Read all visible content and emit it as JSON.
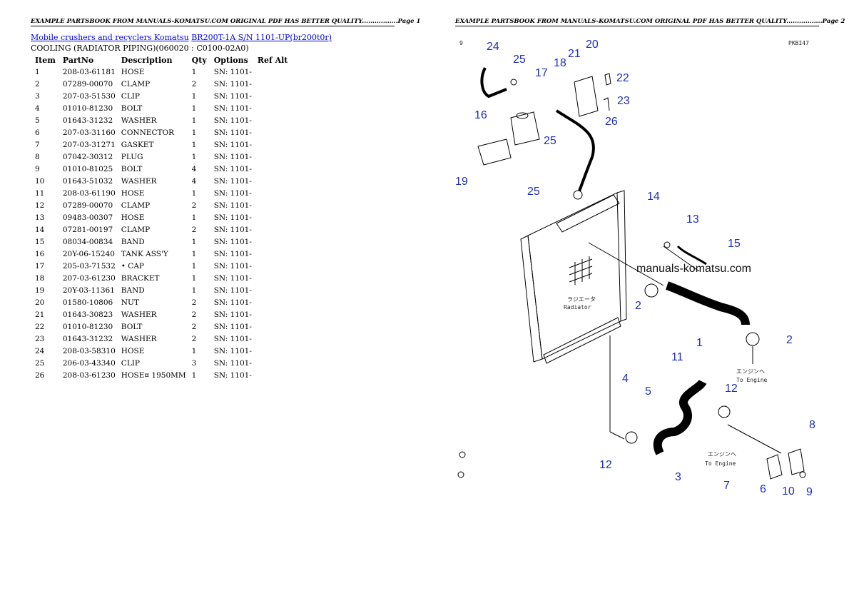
{
  "left_page": {
    "header": "EXAMPLE PARTSBOOK FROM MANUALS-KOMATSU.COM ORIGINAL PDF HAS BETTER QUALITY.................Page 1",
    "breadcrumb_link_1": "Mobile crushers and recyclers Komatsu",
    "breadcrumb_link_2": "BR200T-1A S/N 1101-UP(br200t0r)",
    "section_title": "COOLING (RADIATOR PIPING)(060020 : C0100-02A0)",
    "columns": [
      "Item",
      "PartNo",
      "Description",
      "Qty",
      "Options",
      "Ref Alt"
    ],
    "rows": [
      {
        "item": "1",
        "part": "208-03-61181",
        "desc": "HOSE",
        "qty": "1",
        "opt": "SN: 1101-"
      },
      {
        "item": "2",
        "part": "07289-00070",
        "desc": "CLAMP",
        "qty": "2",
        "opt": "SN: 1101-"
      },
      {
        "item": "3",
        "part": "207-03-51530",
        "desc": "CLIP",
        "qty": "1",
        "opt": "SN: 1101-"
      },
      {
        "item": "4",
        "part": "01010-81230",
        "desc": "BOLT",
        "qty": "1",
        "opt": "SN: 1101-"
      },
      {
        "item": "5",
        "part": "01643-31232",
        "desc": "WASHER",
        "qty": "1",
        "opt": "SN: 1101-"
      },
      {
        "item": "6",
        "part": "207-03-31160",
        "desc": "CONNECTOR",
        "qty": "1",
        "opt": "SN: 1101-"
      },
      {
        "item": "7",
        "part": "207-03-31271",
        "desc": "GASKET",
        "qty": "1",
        "opt": "SN: 1101-"
      },
      {
        "item": "8",
        "part": "07042-30312",
        "desc": "PLUG",
        "qty": "1",
        "opt": "SN: 1101-"
      },
      {
        "item": "9",
        "part": "01010-81025",
        "desc": "BOLT",
        "qty": "4",
        "opt": "SN: 1101-"
      },
      {
        "item": "10",
        "part": "01643-51032",
        "desc": "WASHER",
        "qty": "4",
        "opt": "SN: 1101-"
      },
      {
        "item": "11",
        "part": "208-03-61190",
        "desc": "HOSE",
        "qty": "1",
        "opt": "SN: 1101-"
      },
      {
        "item": "12",
        "part": "07289-00070",
        "desc": "CLAMP",
        "qty": "2",
        "opt": "SN: 1101-"
      },
      {
        "item": "13",
        "part": "09483-00307",
        "desc": "HOSE",
        "qty": "1",
        "opt": "SN: 1101-"
      },
      {
        "item": "14",
        "part": "07281-00197",
        "desc": "CLAMP",
        "qty": "2",
        "opt": "SN: 1101-"
      },
      {
        "item": "15",
        "part": "08034-00834",
        "desc": "BAND",
        "qty": "1",
        "opt": "SN: 1101-"
      },
      {
        "item": "16",
        "part": "20Y-06-15240",
        "desc": "TANK ASS'Y",
        "qty": "1",
        "opt": "SN: 1101-"
      },
      {
        "item": "17",
        "part": "205-03-71532",
        "desc": "• CAP",
        "qty": "1",
        "opt": "SN: 1101-"
      },
      {
        "item": "18",
        "part": "207-03-61230",
        "desc": "BRACKET",
        "qty": "1",
        "opt": "SN: 1101-"
      },
      {
        "item": "19",
        "part": "20Y-03-11361",
        "desc": "BAND",
        "qty": "1",
        "opt": "SN: 1101-"
      },
      {
        "item": "20",
        "part": "01580-10806",
        "desc": "NUT",
        "qty": "2",
        "opt": "SN: 1101-"
      },
      {
        "item": "21",
        "part": "01643-30823",
        "desc": "WASHER",
        "qty": "2",
        "opt": "SN: 1101-"
      },
      {
        "item": "22",
        "part": "01010-81230",
        "desc": "BOLT",
        "qty": "2",
        "opt": "SN: 1101-"
      },
      {
        "item": "23",
        "part": "01643-31232",
        "desc": "WASHER",
        "qty": "2",
        "opt": "SN: 1101-"
      },
      {
        "item": "24",
        "part": "208-03-58310",
        "desc": "HOSE",
        "qty": "1",
        "opt": "SN: 1101-"
      },
      {
        "item": "25",
        "part": "206-03-43340",
        "desc": "CLIP",
        "qty": "3",
        "opt": "SN: 1101-"
      },
      {
        "item": "26",
        "part": "208-03-61230",
        "desc": "HOSE¤ 1950MM",
        "qty": "1",
        "opt": "SN: 1101-"
      }
    ]
  },
  "right_page": {
    "header": "EXAMPLE PARTSBOOK FROM MANUALS-KOMATSU.COM ORIGINAL PDF HAS BETTER QUALITY.................Page 2",
    "corner_left": "9",
    "corner_right": "PKBI47",
    "watermark": "manuals-komatsu.com",
    "radiator_jp": "ラジエータ",
    "radiator_en": "Radiator",
    "to_engine_jp": "エンジンへ",
    "to_engine_en": "To Engine",
    "callouts": [
      "24",
      "25",
      "17",
      "18",
      "21",
      "20",
      "22",
      "23",
      "16",
      "25",
      "26",
      "19",
      "25",
      "14",
      "13",
      "15",
      "2",
      "1",
      "2",
      "11",
      "4",
      "5",
      "12",
      "8",
      "12",
      "3",
      "7",
      "6",
      "10",
      "9"
    ]
  }
}
